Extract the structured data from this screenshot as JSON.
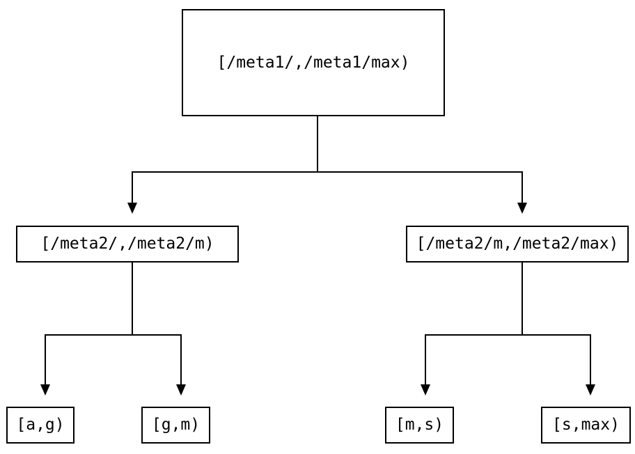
{
  "diagram": {
    "type": "tree",
    "colors": {
      "background": "#ffffff",
      "line": "#000000",
      "box_background": "#ffffff",
      "text": "#000000"
    },
    "nodes": {
      "root": {
        "label": "[/meta1/,/meta1/max)"
      },
      "left": {
        "label": "[/meta2/,/meta2/m)"
      },
      "right": {
        "label": "[/meta2/m,/meta2/max)"
      },
      "leaf_ag": {
        "label": "[a,g)"
      },
      "leaf_gm": {
        "label": "[g,m)"
      },
      "leaf_ms": {
        "label": "[m,s)"
      },
      "leaf_smax": {
        "label": "[s,max)"
      }
    },
    "edges": [
      {
        "from": "root",
        "to": "left"
      },
      {
        "from": "root",
        "to": "right"
      },
      {
        "from": "left",
        "to": "leaf_ag"
      },
      {
        "from": "left",
        "to": "leaf_gm"
      },
      {
        "from": "right",
        "to": "leaf_ms"
      },
      {
        "from": "right",
        "to": "leaf_smax"
      }
    ]
  }
}
